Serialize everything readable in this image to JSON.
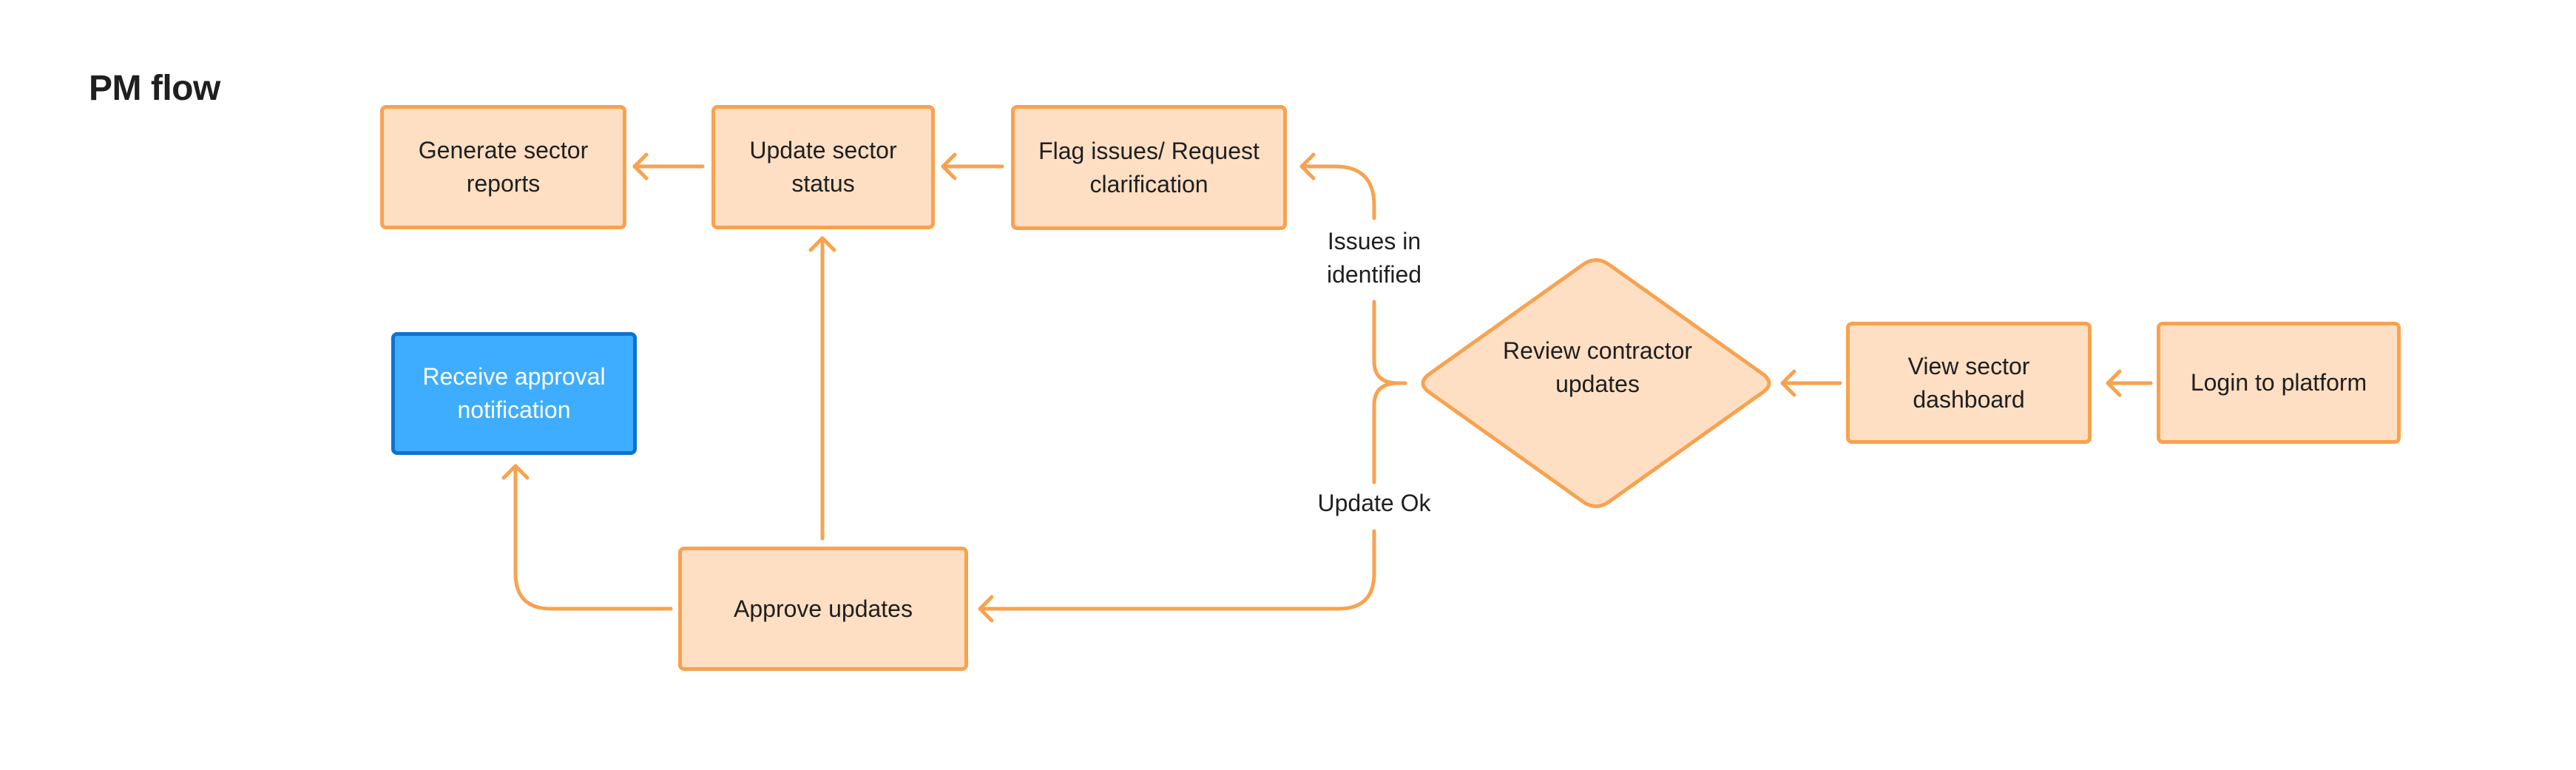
{
  "title": "PM flow",
  "colors": {
    "node_fill": "#fedfc3",
    "node_stroke": "#f8a24f",
    "highlight_fill": "#3fadff",
    "highlight_stroke": "#0e72d4",
    "edge": "#f8a24f"
  },
  "nodes": {
    "login": "Login to platform",
    "dashboard": "View sector dashboard",
    "review": "Review contractor updates",
    "flag": "Flag issues/ Request clarification",
    "update_status": "Update sector status",
    "generate_reports": "Generate sector reports",
    "approve": "Approve updates",
    "notification": "Receive approval notification"
  },
  "edge_labels": {
    "issues": "Issues in identified",
    "ok": "Update Ok"
  }
}
